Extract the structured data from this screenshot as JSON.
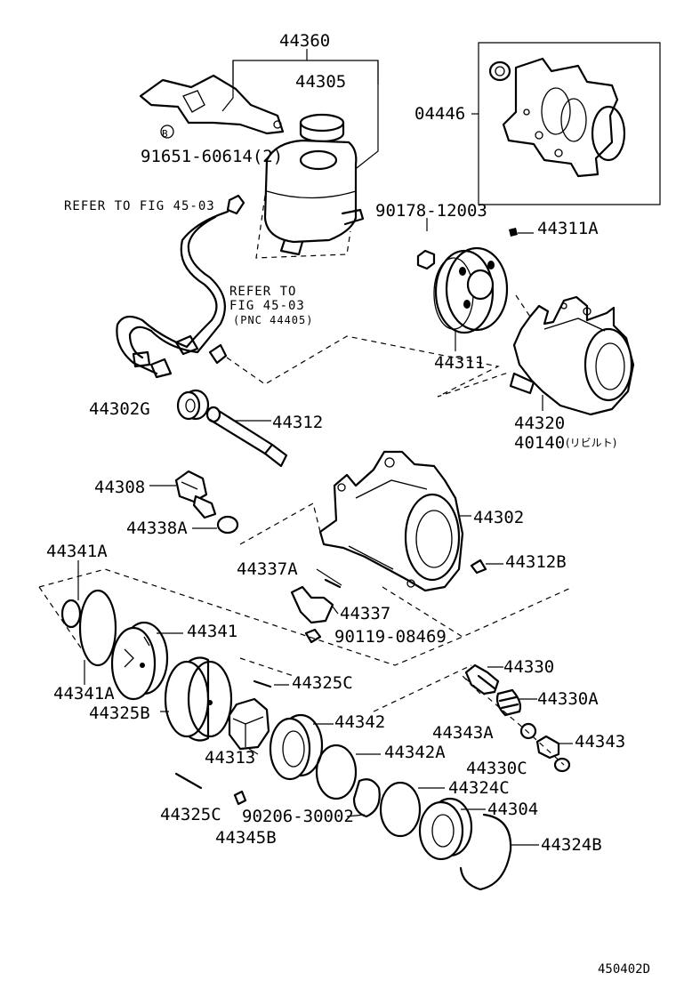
{
  "diagram": {
    "labels": {
      "p44360": "44360",
      "p44305": "44305",
      "p04446": "04446",
      "p91651": "91651-60614(2)",
      "p91651_mark": "B",
      "refer1": "REFER TO FIG 45-03",
      "p90178": "90178-12003",
      "p44311A": "44311A",
      "refer2_line1": "REFER TO",
      "refer2_line2": "FIG 45-03",
      "refer2_line3": "(PNC 44405)",
      "p44311": "44311",
      "p44302G": "44302G",
      "p44312": "44312",
      "p44320": "44320",
      "p40140": "40140",
      "p40140_note": "(リビルト)",
      "p44308": "44308",
      "p44302": "44302",
      "p44338A": "44338A",
      "p44341A_top": "44341A",
      "p44312B": "44312B",
      "p44337A": "44337A",
      "p44337": "44337",
      "p90119": "90119-08469",
      "p44341": "44341",
      "p44330": "44330",
      "p44341A_bot": "44341A",
      "p44325C_top": "44325C",
      "p44330A": "44330A",
      "p44325B": "44325B",
      "p44342": "44342",
      "p44343A": "44343A",
      "p44343": "44343",
      "p44313": "44313",
      "p44342A": "44342A",
      "p44330C": "44330C",
      "p44324C": "44324C",
      "p44304": "44304",
      "p44325C_bot": "44325C",
      "p90206": "90206-30002",
      "p44324B": "44324B",
      "p44345B": "44345B",
      "figure_code": "450402D"
    }
  }
}
